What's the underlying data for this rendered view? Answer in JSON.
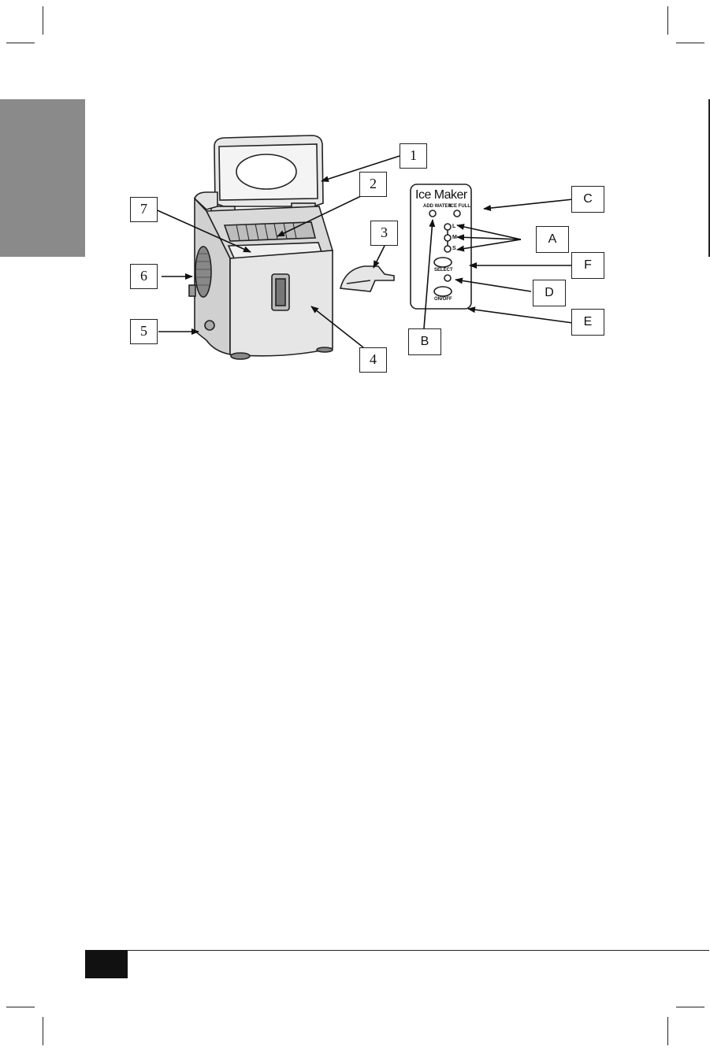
{
  "diagram": {
    "callouts": {
      "c1": "1",
      "c2": "2",
      "c3": "3",
      "c4": "4",
      "c5": "5",
      "c6": "6",
      "c7": "7",
      "cA": "A",
      "cB": "B",
      "cC": "C",
      "cD": "D",
      "cE": "E",
      "cF": "F"
    },
    "panel": {
      "title": "Ice Maker",
      "label_power": "ADD WATER",
      "label_full": "ICE FULL",
      "size_l": "L",
      "size_m": "M",
      "size_s": "S",
      "label_select": "SELECT",
      "label_onoff": "ON/OFF"
    }
  }
}
